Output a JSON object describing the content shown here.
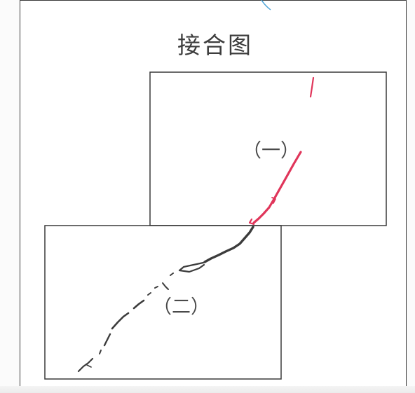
{
  "map": {
    "title": "接合图",
    "sheets": [
      {
        "label": "（一）",
        "line_color": "#e0355a"
      },
      {
        "label": "（二）",
        "line_color": "#3c3c3c"
      }
    ]
  },
  "colors": {
    "frame": "#3a3a3a",
    "route_sheet_1": "#e0355a",
    "route_sheet_2": "#3c3c3c",
    "top_corner_mark": "#4aa3d8"
  }
}
